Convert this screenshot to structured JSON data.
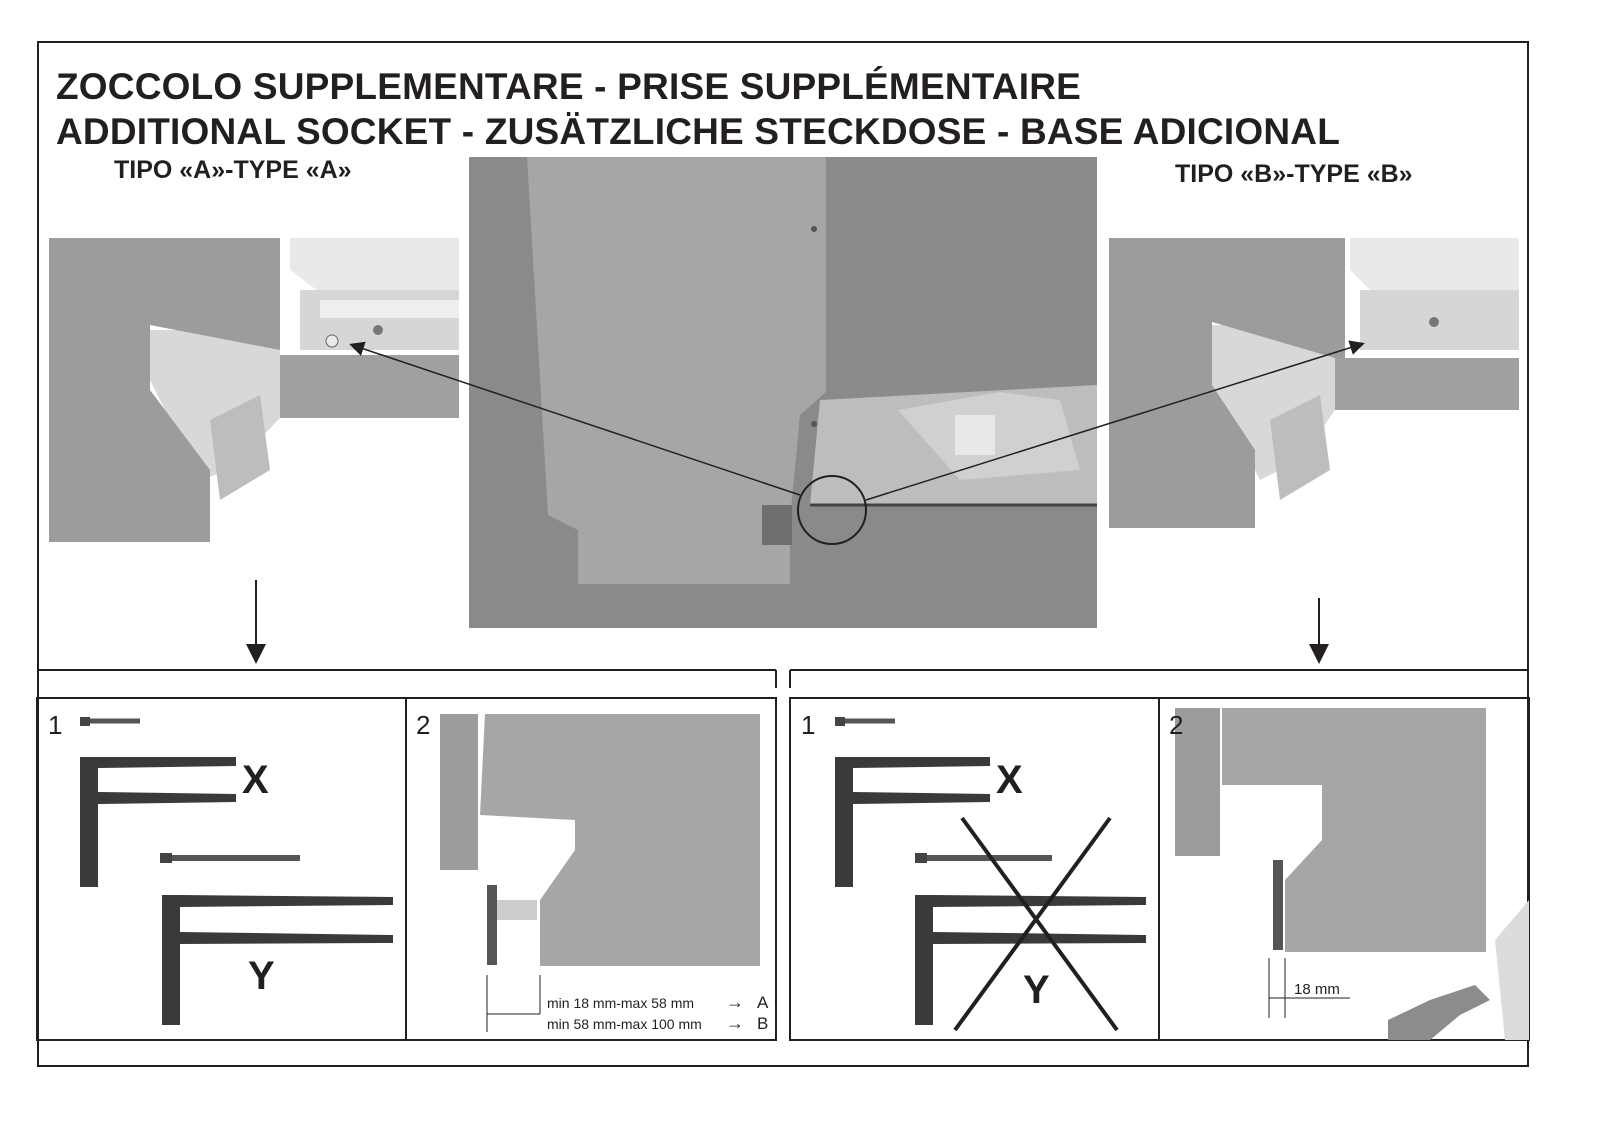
{
  "header": {
    "line1": "ZOCCOLO SUPPLEMENTARE - PRISE SUPPLÉMENTAIRE",
    "line2": "ADDITIONAL SOCKET - ZUSÄTZLICHE STECKDOSE - BASE ADICIONAL"
  },
  "type_a": {
    "label": "TIPO «A»-TYPE «A»"
  },
  "type_b": {
    "label": "TIPO «B»-TYPE «B»"
  },
  "panel_a": {
    "step1": "1",
    "step2": "2",
    "label_x": "X",
    "label_y": "Y",
    "range_a": "min 18 mm-max 58 mm",
    "range_b": "min 58 mm-max 100 mm",
    "arrow": "→",
    "letter_a": "A",
    "letter_b": "B"
  },
  "panel_b": {
    "step1": "1",
    "step2": "2",
    "label_x": "X",
    "label_y": "Y",
    "measure": "18 mm"
  }
}
